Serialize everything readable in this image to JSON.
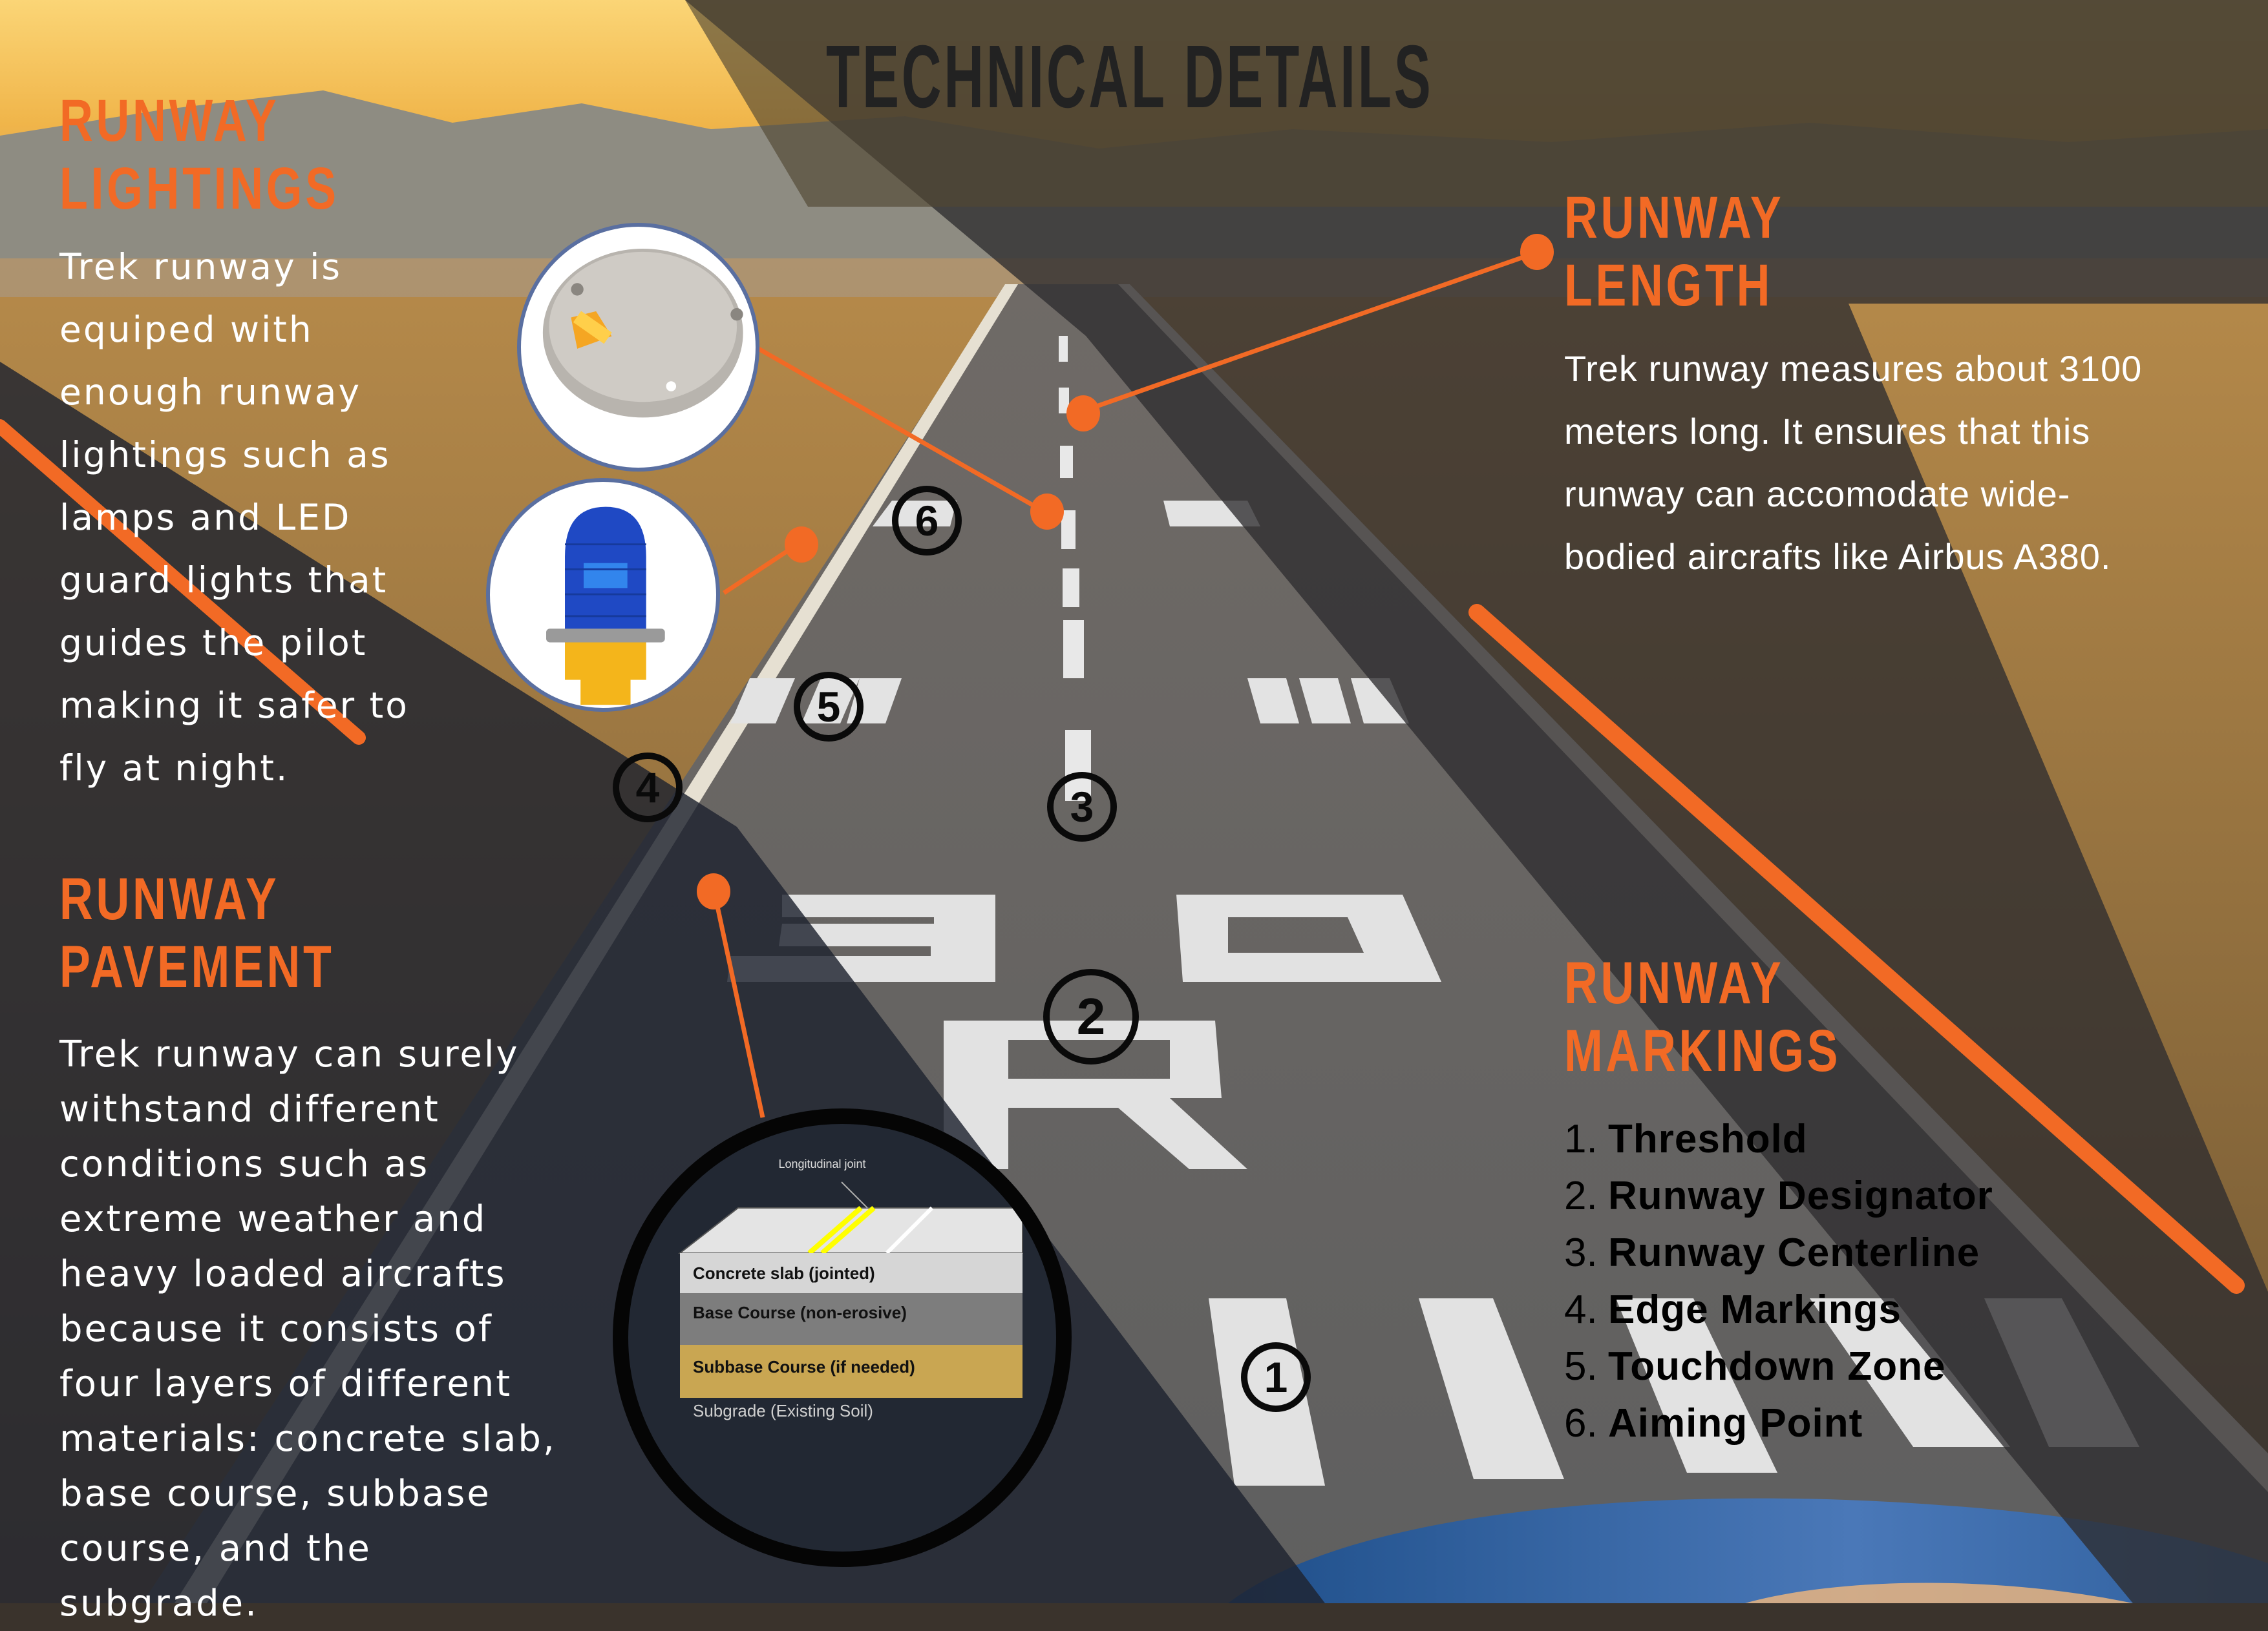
{
  "page": {
    "title": "TECHNICAL DETAILS"
  },
  "colors": {
    "accent": "#f26a25",
    "title_text": "#222222",
    "body_text": "#ffffff",
    "list_text": "#000000",
    "photo_ring": "#5a6fa0",
    "sky": "#f7c560",
    "dark_panel": "#2a2a2e"
  },
  "sections": {
    "lightings": {
      "heading_line1": "RUNWAY",
      "heading_line2": "LIGHTINGS",
      "body": "Trek runway is equiped with enough runway lightings such as lamps and LED guard lights that guides the pilot making it safer to fly at night."
    },
    "length": {
      "heading_line1": "RUNWAY",
      "heading_line2": "LENGTH",
      "body": "Trek runway measures about 3100 meters long. It ensures that this runway can accomodate wide-bodied aircrafts like Airbus A380."
    },
    "pavement": {
      "heading_line1": "RUNWAY",
      "heading_line2": "PAVEMENT",
      "body": "Trek runway can surely withstand different conditions such as extreme weather and heavy loaded aircrafts because it consists of four layers of different materials: concrete slab, base course, subbase course, and the subgrade."
    },
    "markings": {
      "heading_line1": "RUNWAY",
      "heading_line2": "MARKINGS",
      "items": [
        {
          "num": "1.",
          "label": "Threshold"
        },
        {
          "num": "2.",
          "label": "Runway Designator"
        },
        {
          "num": "3.",
          "label": "Runway Centerline"
        },
        {
          "num": "4.",
          "label": "Edge Markings"
        },
        {
          "num": "5.",
          "label": "Touchdown Zone"
        },
        {
          "num": "6.",
          "label": "Aiming Point"
        }
      ]
    }
  },
  "runway": {
    "designator_number": "30",
    "designator_letter": "R"
  },
  "badges": [
    "1",
    "2",
    "3",
    "4",
    "5",
    "6"
  ],
  "pavement_diagram": {
    "top_labels": [
      "Longitudinal joint"
    ],
    "layers": [
      {
        "label": "Concrete slab (jointed)",
        "color": "#d6d6d6"
      },
      {
        "label": "Base Course (non-erosive)",
        "color": "#7d7d7d"
      },
      {
        "label": "Subbase Course (if needed)",
        "color": "#c9a652"
      },
      {
        "label": "Subgrade (Existing Soil)",
        "color": "#2a2f3a"
      }
    ]
  },
  "photos": {
    "inset_light": "in-pavement-led-light",
    "guard_light": "blue-obstruction-light"
  }
}
